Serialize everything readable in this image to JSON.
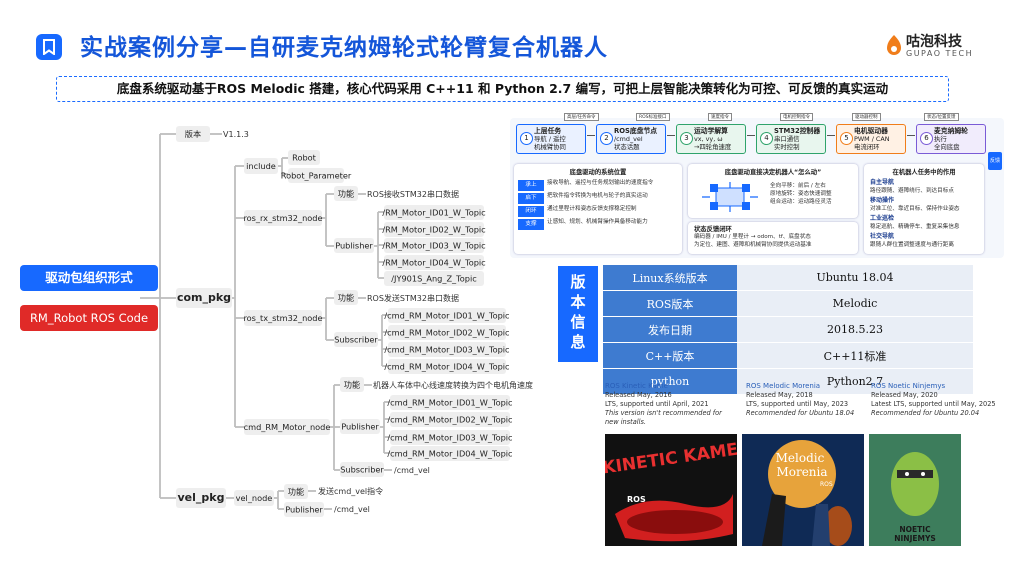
{
  "header": {
    "title": "实战案例分享—自研麦克纳姆轮式轮臂复合机器人",
    "logo_cn": "咕泡科技",
    "logo_en": "GUPAO TECH"
  },
  "subtitle": "底盘系统驱动基于ROS Melodic 搭建，核心代码采用 C++11 和 Python 2.7 编写，可把上层智能决策转化为可控、可反馈的真实运动",
  "left_tags": {
    "blue": "驱动包组织形式",
    "red": "RM_Robot ROS Code"
  },
  "tree": {
    "version_label": "版本",
    "version_value": "V1.1.3",
    "include": "include",
    "include_items": [
      "Robot",
      "Robot_Parameter"
    ],
    "com_pkg": "com_pkg",
    "rx_node": "ros_rx_stm32_node",
    "rx_func_label": "功能",
    "rx_func": "ROS接收STM32串口数据",
    "rx_pub_label": "Publisher",
    "rx_pubs": [
      "/RM_Motor_ID01_W_Topic",
      "/RM_Motor_ID02_W_Topic",
      "/RM_Motor_ID03_W_Topic",
      "/RM_Motor_ID04_W_Topic",
      "/JY901S_Ang_Z_Topic"
    ],
    "tx_node": "ros_tx_stm32_node",
    "tx_func_label": "功能",
    "tx_func": "ROS发送STM32串口数据",
    "tx_sub_label": "Subscriber",
    "tx_subs": [
      "/cmd_RM_Motor_ID01_W_Topic",
      "/cmd_RM_Motor_ID02_W_Topic",
      "/cmd_RM_Motor_ID03_W_Topic",
      "/cmd_RM_Motor_ID04_W_Topic"
    ],
    "cmd_node": "cmd_RM_Motor_node",
    "cmd_func_label": "功能",
    "cmd_func": "机器人车体中心线速度转换为四个电机角速度",
    "cmd_pub_label": "Publisher",
    "cmd_pubs": [
      "/cmd_RM_Motor_ID01_W_Topic",
      "/cmd_RM_Motor_ID02_W_Topic",
      "/cmd_RM_Motor_ID03_W_Topic",
      "/cmd_RM_Motor_ID04_W_Topic"
    ],
    "cmd_sub_label": "Subscriber",
    "cmd_sub": "/cmd_vel",
    "vel_pkg": "vel_pkg",
    "vel_node": "vel_node",
    "vel_func_label": "功能",
    "vel_func": "发送cmd_vel指令",
    "vel_pub_label": "Publisher",
    "vel_pub": "/cmd_vel"
  },
  "arch": {
    "top_labels": [
      "高层/任务命令",
      "ROS标准接口",
      "速度指令",
      "电机控制指令",
      "驱动器控制",
      "状态/位置反馈"
    ],
    "steps": [
      {
        "n": "1",
        "t": "上层任务",
        "s1": "导航 / 遥控",
        "s2": "机械臂协同"
      },
      {
        "n": "2",
        "t": "ROS底盘节点",
        "s1": "/cmd_vel",
        "s2": "状态话题"
      },
      {
        "n": "3",
        "t": "运动学解算",
        "s1": "vx, vy, ω",
        "s2": "→四轮角速度"
      },
      {
        "n": "4",
        "t": "STM32控制器",
        "s1": "串口通信",
        "s2": "实时控制"
      },
      {
        "n": "5",
        "t": "电机驱动器",
        "s1": "PWM / CAN",
        "s2": "电流闭环"
      },
      {
        "n": "6",
        "t": "麦克纳姆轮",
        "s1": "执行",
        "s2": "全向底盘"
      }
    ],
    "pos_title": "底盘驱动的系统位置",
    "pos_rows": [
      {
        "tag": "承上",
        "text": "接收导航、遥控与任务规划输出的速度指令"
      },
      {
        "tag": "启下",
        "text": "把软件指令转换为电机与轮子的真实运动"
      },
      {
        "tag": "闭环",
        "text": "通过里程计和姿态反馈支撑稳定控制"
      },
      {
        "tag": "支撑",
        "text": "让感知、规划、机械臂操作具备移动能力"
      }
    ],
    "center_title": "底盘驱动直接决定机器人“怎么动”",
    "center_lines": [
      "全向平移：前后 / 左右",
      "原地旋转：姿态快速调整",
      "组合运动：运动路径灵活"
    ],
    "feedback_title": "状态反馈闭环",
    "feedback_line1": "编码器 / IMU / 里程计 → odom、tf、底盘状态",
    "feedback_line2": "为定位、建图、避障和机械臂协同提供运动基准",
    "feedback_side": "反馈",
    "role_title": "在机器人任务中的作用",
    "roles": [
      {
        "t": "自主导航",
        "d": "路径跟随、避障绕行、到达目标点"
      },
      {
        "t": "移动操作",
        "d": "对准工位、靠近目标、保持作业姿态"
      },
      {
        "t": "工业巡检",
        "d": "稳定巡航、精确停车、重复采集信息"
      },
      {
        "t": "社交导航",
        "d": "跟随人群位置调整速度与通行距离"
      }
    ]
  },
  "versions": {
    "label": [
      "版",
      "本",
      "信",
      "息"
    ],
    "rows": [
      {
        "k": "Linux系统版本",
        "v": "Ubuntu 18.04"
      },
      {
        "k": "ROS版本",
        "v": "Melodic"
      },
      {
        "k": "发布日期",
        "v": "2018.5.23"
      },
      {
        "k": "C++版本",
        "v": "C++11标准"
      },
      {
        "k": "python",
        "v": "Python2.7"
      }
    ]
  },
  "releases": [
    {
      "name": "ROS Kinetic Kame",
      "released": "Released May, 2016",
      "lts": "LTS, supported until April, 2021",
      "note": "This version isn't recommended for new installs."
    },
    {
      "name": "ROS Melodic Morenia",
      "released": "Released May, 2018",
      "lts": "LTS, supported until May, 2023",
      "note": "Recommended for Ubuntu 18.04"
    },
    {
      "name": "ROS Noetic Ninjemys",
      "released": "Released May, 2020",
      "lts": "Latest LTS, supported until May, 2025",
      "note": "Recommended for Ubuntu 20.04"
    }
  ],
  "posters": {
    "kinetic": "KINETIC KAME",
    "kinetic_ros": "ROS",
    "melodic_line1": "Melodic",
    "melodic_line2": "Morenia",
    "melodic_ros": "ROS",
    "noetic_line1": "NOETIC",
    "noetic_line2": "NINJEMYS"
  },
  "colors": {
    "brand": "#1769ff",
    "accent_red": "#e02a28",
    "table_key": "#3e7bd0"
  }
}
